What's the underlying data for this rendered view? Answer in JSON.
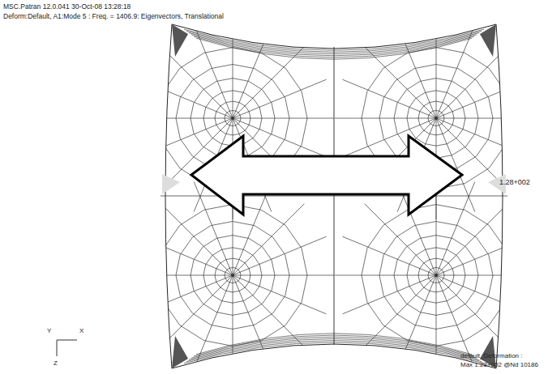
{
  "diagram": {
    "labels": [
      "MSC.Patran 12.0.041 30-Oct-08 13:28:18",
      "Deform:Default, A1:Mode 5 : Freq. = 1406.9: Eigenvectors, Translational",
      "1.28+002",
      "Y",
      "X",
      "Z",
      "default_Deformation :",
      "Max 1.28+002 @Nd 10186"
    ]
  }
}
